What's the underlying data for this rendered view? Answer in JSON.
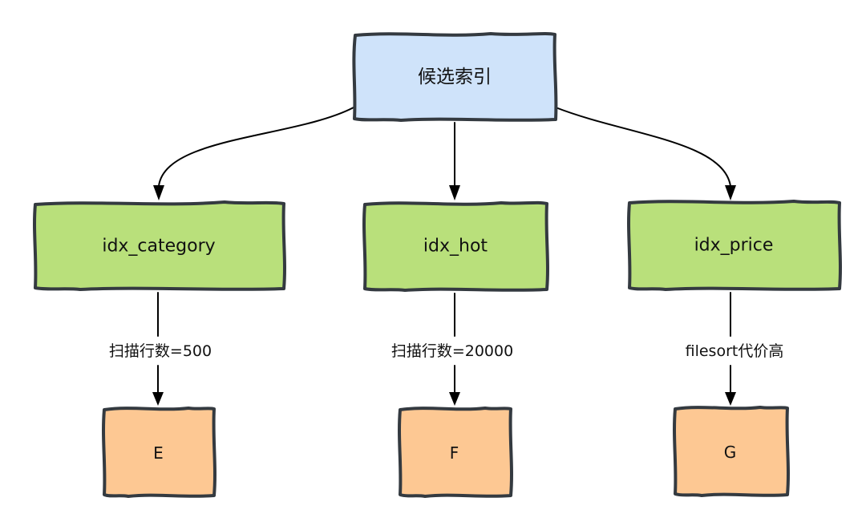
{
  "diagram": {
    "root": {
      "label": "候选索引"
    },
    "indexes": [
      {
        "label": "idx_category"
      },
      {
        "label": "idx_hot"
      },
      {
        "label": "idx_price"
      }
    ],
    "edges": [
      {
        "label": "扫描行数=500"
      },
      {
        "label": "扫描行数=20000"
      },
      {
        "label": "filesort代价高"
      }
    ],
    "plans": [
      {
        "label": "E"
      },
      {
        "label": "F"
      },
      {
        "label": "G"
      }
    ],
    "colors": {
      "root_fill": "#cfe3fa",
      "index_fill": "#b9e07b",
      "plan_fill": "#fdc893",
      "stroke": "#343a40",
      "arrow": "#000000",
      "background": "#ffffff"
    }
  }
}
